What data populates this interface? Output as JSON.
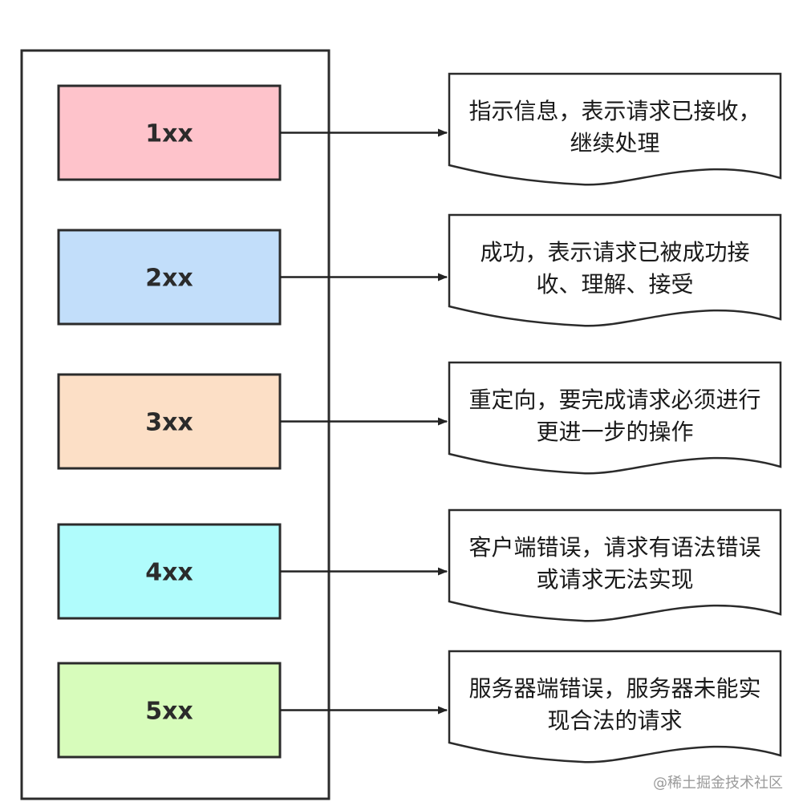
{
  "codes": [
    {
      "label": "1xx",
      "color": "#fec3cb",
      "desc_lines": [
        "指示信息，表示请求已接收，",
        "继续处理"
      ]
    },
    {
      "label": "2xx",
      "color": "#c2defa",
      "desc_lines": [
        "成功，表示请求已被成功接",
        "收、理解、接受"
      ]
    },
    {
      "label": "3xx",
      "color": "#fcdfc6",
      "desc_lines": [
        "重定向，要完成请求必须进行",
        "更进一步的操作"
      ]
    },
    {
      "label": "4xx",
      "color": "#b0fcfc",
      "desc_lines": [
        "客户端错误，请求有语法错误",
        "或请求无法实现"
      ]
    },
    {
      "label": "5xx",
      "color": "#d7fcbb",
      "desc_lines": [
        "服务器端错误，服务器未能实",
        "现合法的请求"
      ]
    }
  ],
  "watermark": "@稀土掘金技术社区"
}
